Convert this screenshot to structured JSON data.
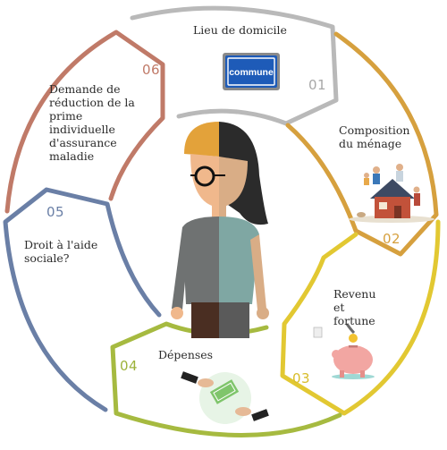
{
  "segments": [
    {
      "number": "01",
      "label": "Lieu de domicile",
      "color": "#b9b9b9",
      "icon": "commune-sign-icon",
      "sign_text": "commune"
    },
    {
      "number": "02",
      "label": "Composition du ménage",
      "color": "#d6a03e",
      "icon": "family-house-icon"
    },
    {
      "number": "03",
      "label": "Revenu et fortune",
      "color": "#e2c832",
      "icon": "piggy-bank-icon"
    },
    {
      "number": "04",
      "label": "Dépenses",
      "color": "#a6ba40",
      "icon": "money-exchange-icon"
    },
    {
      "number": "05",
      "label": "Droit à l'aide sociale?",
      "color": "#6a7fa6",
      "icon": null
    },
    {
      "number": "06",
      "label": "Demande de réduction de la prime individuelle d'assurance maladie",
      "color": "#c07a68",
      "icon": null
    }
  ],
  "center_figure": {
    "icon": "half-person-icon"
  }
}
